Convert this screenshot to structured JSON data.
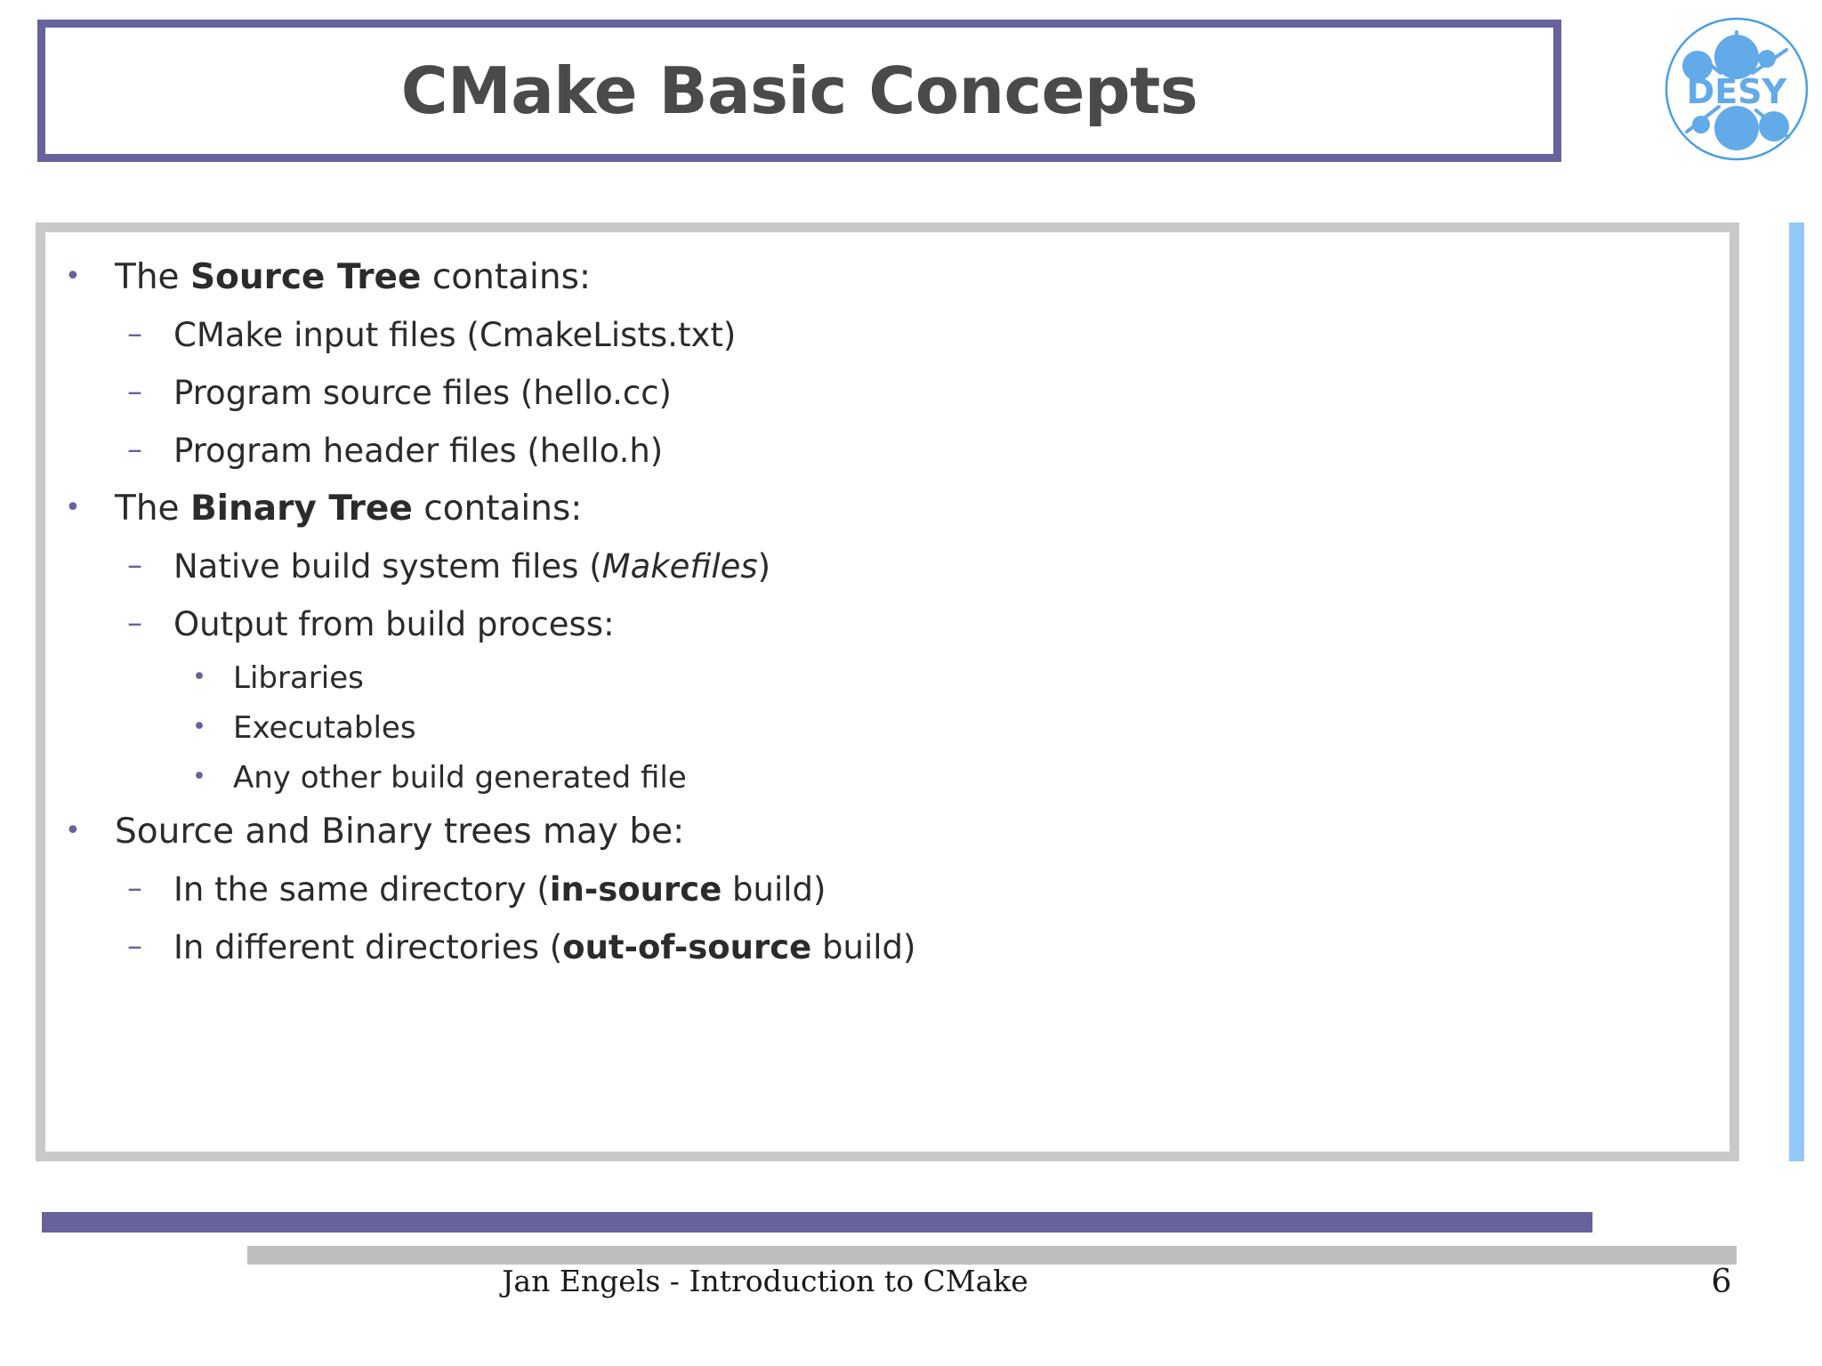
{
  "slide": {
    "title": "CMake Basic Concepts",
    "logo": {
      "name": "desy-logo",
      "text": "DESY",
      "color": "#63aae8"
    },
    "colors": {
      "title_border": "#66629b",
      "title_text": "#4a4a4c",
      "content_border": "#c9c9c9",
      "bullet": "#66629b",
      "body_text": "#2b2b2b",
      "accent_bar": "#93c8fb",
      "footer_bar_purple": "#66629b",
      "footer_bar_gray": "#bebebe"
    },
    "bullets": [
      {
        "level": 1,
        "marker": "•",
        "parts": [
          {
            "text": "The ",
            "style": "normal"
          },
          {
            "text": "Source Tree",
            "style": "bold"
          },
          {
            "text": " contains:",
            "style": "normal"
          }
        ]
      },
      {
        "level": 2,
        "marker": "–",
        "parts": [
          {
            "text": "CMake input files (CmakeLists.txt)",
            "style": "normal"
          }
        ]
      },
      {
        "level": 2,
        "marker": "–",
        "parts": [
          {
            "text": "Program source files (hello.cc)",
            "style": "normal"
          }
        ]
      },
      {
        "level": 2,
        "marker": "–",
        "parts": [
          {
            "text": "Program header files (hello.h)",
            "style": "normal"
          }
        ]
      },
      {
        "level": 1,
        "marker": "•",
        "parts": [
          {
            "text": "The ",
            "style": "normal"
          },
          {
            "text": "Binary Tree",
            "style": "bold"
          },
          {
            "text": " contains:",
            "style": "normal"
          }
        ]
      },
      {
        "level": 2,
        "marker": "–",
        "parts": [
          {
            "text": "Native build system files (",
            "style": "normal"
          },
          {
            "text": "Makefiles",
            "style": "italic"
          },
          {
            "text": ")",
            "style": "normal"
          }
        ]
      },
      {
        "level": 2,
        "marker": "–",
        "parts": [
          {
            "text": "Output from build process:",
            "style": "normal"
          }
        ]
      },
      {
        "level": 3,
        "marker": "•",
        "parts": [
          {
            "text": "Libraries",
            "style": "normal"
          }
        ]
      },
      {
        "level": 3,
        "marker": "•",
        "parts": [
          {
            "text": "Executables",
            "style": "normal"
          }
        ]
      },
      {
        "level": 3,
        "marker": "•",
        "parts": [
          {
            "text": "Any other build generated file",
            "style": "normal"
          }
        ]
      },
      {
        "level": 1,
        "marker": "•",
        "parts": [
          {
            "text": "Source and Binary trees may be:",
            "style": "normal"
          }
        ]
      },
      {
        "level": 2,
        "marker": "–",
        "parts": [
          {
            "text": "In the same directory (",
            "style": "normal"
          },
          {
            "text": "in-source",
            "style": "bold"
          },
          {
            "text": " build)",
            "style": "normal"
          }
        ]
      },
      {
        "level": 2,
        "marker": "–",
        "parts": [
          {
            "text": "In different directories (",
            "style": "normal"
          },
          {
            "text": "out-of-source",
            "style": "bold"
          },
          {
            "text": " build)",
            "style": "normal"
          }
        ]
      }
    ],
    "footer": {
      "text": "Jan Engels - Introduction to CMake",
      "page_number": "6"
    }
  }
}
